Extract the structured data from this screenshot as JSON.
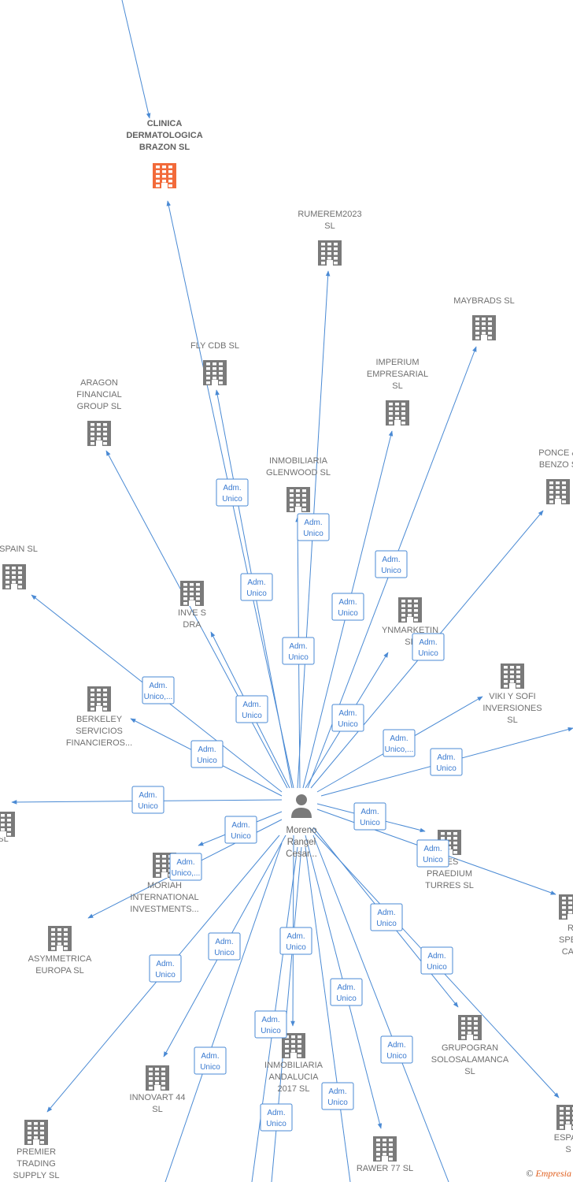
{
  "colors": {
    "edge": "#4a8ad4",
    "building": "#7a7a7a",
    "highlight": "#f26a3a",
    "person": "#7a7a7a"
  },
  "person": {
    "lines": [
      "Moreno",
      "Rangel",
      "Cesar..."
    ],
    "icon": "person-icon"
  },
  "companies": [
    {
      "id": "clinica",
      "lines": [
        "CLINICA",
        "DERMATOLOGICA",
        "BRAZON  SL"
      ],
      "highlight": true
    },
    {
      "id": "rumerem",
      "lines": [
        "RUMEREM2023",
        "SL"
      ]
    },
    {
      "id": "maybrads",
      "lines": [
        "MAYBRADS  SL"
      ]
    },
    {
      "id": "flycdb",
      "lines": [
        "FLY CDB  SL"
      ]
    },
    {
      "id": "imperium",
      "lines": [
        "IMPERIUM",
        "EMPRESARIAL",
        "SL"
      ]
    },
    {
      "id": "aragon",
      "lines": [
        "ARAGON",
        "FINANCIAL",
        "GROUP  SL"
      ]
    },
    {
      "id": "glenwood",
      "lines": [
        "INMOBILIARIA",
        "GLENWOOD  SL"
      ]
    },
    {
      "id": "ponce",
      "lines": [
        "PONCE &",
        "BENZO  S"
      ]
    },
    {
      "id": "uspain",
      "lines": [
        "U SPAIN  SL"
      ]
    },
    {
      "id": "inverdra",
      "lines": [
        "INVE      S",
        "DRA"
      ]
    },
    {
      "id": "ynmarketing",
      "lines": [
        "YNMARKETIN",
        "SL"
      ]
    },
    {
      "id": "vikisofi",
      "lines": [
        "VIKI Y SOFI",
        "INVERSIONES",
        "SL"
      ]
    },
    {
      "id": "berkeley",
      "lines": [
        "BERKELEY",
        "SERVICIOS",
        "FINANCIEROS..."
      ]
    },
    {
      "id": "es",
      "lines": [
        "ES",
        "SL"
      ]
    },
    {
      "id": "praedium",
      "lines": [
        "RES",
        "PRAEDIUM",
        "TURRES  SL"
      ]
    },
    {
      "id": "moriah",
      "lines": [
        "MORIAH",
        "INTERNATIONAL",
        "INVESTMENTS..."
      ]
    },
    {
      "id": "rsper",
      "lines": [
        "R",
        "SPER",
        "CAP"
      ]
    },
    {
      "id": "asymmetrica",
      "lines": [
        "ASYMMETRICA",
        "EUROPA  SL"
      ]
    },
    {
      "id": "grupogran",
      "lines": [
        "GRUPOGRAN",
        "SOLOSALAMANCA",
        "SL"
      ]
    },
    {
      "id": "inmoandalucia",
      "lines": [
        "INMOBILIARIA",
        "ANDALUCIA",
        "2017  SL"
      ]
    },
    {
      "id": "innovart",
      "lines": [
        "INNOVART 44",
        "SL"
      ]
    },
    {
      "id": "premier",
      "lines": [
        "PREMIER",
        "TRADING",
        "SUPPLY  SL"
      ]
    },
    {
      "id": "rawer",
      "lines": [
        "RAWER 77  SL"
      ]
    },
    {
      "id": "espac",
      "lines": [
        "ESPAC",
        "S"
      ]
    }
  ],
  "edge_labels": [
    [
      "Adm.",
      "Unico"
    ],
    [
      "Adm.",
      "Unico"
    ],
    [
      "Adm.",
      "Unico"
    ],
    [
      "Adm.",
      "Unico"
    ],
    [
      "Adm.",
      "Unico"
    ],
    [
      "Adm.",
      "Unico"
    ],
    [
      "Adm.",
      "Unico"
    ],
    [
      "Adm.",
      "Unico"
    ],
    [
      "Adm.",
      "Unico"
    ],
    [
      "Adm.",
      "Unico,..."
    ],
    [
      "Adm.",
      "Unico,..."
    ],
    [
      "Adm.",
      "Unico"
    ],
    [
      "Adm.",
      "Unico"
    ],
    [
      "Adm.",
      "Unico"
    ],
    [
      "Adm.",
      "Unico"
    ],
    [
      "Adm.",
      "Unico"
    ],
    [
      "Adm.",
      "Unico"
    ],
    [
      "Adm.",
      "Unico,..."
    ],
    [
      "Adm.",
      "Unico"
    ],
    [
      "Adm.",
      "Unico"
    ],
    [
      "Adm.",
      "Unico"
    ],
    [
      "Adm.",
      "Unico"
    ],
    [
      "Adm.",
      "Unico"
    ],
    [
      "Adm.",
      "Unico"
    ],
    [
      "Adm.",
      "Unico"
    ],
    [
      "Adm.",
      "Unico"
    ],
    [
      "Adm.",
      "Unico"
    ],
    [
      "Adm.",
      "Unico"
    ],
    [
      "Adm.",
      "Unico"
    ],
    [
      "Adm.",
      "Unico"
    ],
    [
      "Adm.",
      "Unico"
    ]
  ],
  "watermark": {
    "copyright": "©",
    "brand": "Empresia"
  }
}
